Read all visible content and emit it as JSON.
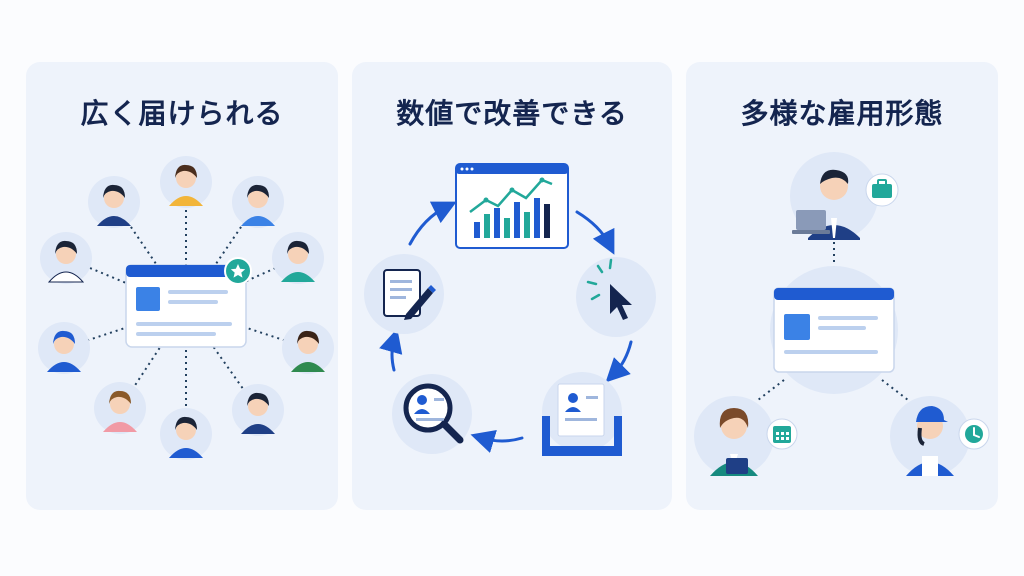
{
  "panels": [
    {
      "title": "広く届けられる"
    },
    {
      "title": "数値で改善できる"
    },
    {
      "title": "多様な雇用形態"
    }
  ],
  "colors": {
    "background": "#fbfcfe",
    "panel": "#eef3fb",
    "title": "#14254f",
    "accent_blue": "#1f5bd1",
    "navy": "#14254f",
    "teal": "#22a89a"
  },
  "icons": {
    "reach": [
      "job-post-card-icon",
      "star-badge-icon",
      "person-avatar-icon"
    ],
    "metrics": [
      "bar-chart-window-icon",
      "cursor-click-icon",
      "inbox-resume-icon",
      "magnifier-profile-icon",
      "document-edit-icon",
      "cycle-arrow-icon"
    ],
    "employment": [
      "office-worker-icon",
      "briefcase-badge-icon",
      "job-post-card-icon",
      "staff-woman-icon",
      "calendar-badge-icon",
      "service-worker-icon",
      "clock-badge-icon"
    ]
  }
}
